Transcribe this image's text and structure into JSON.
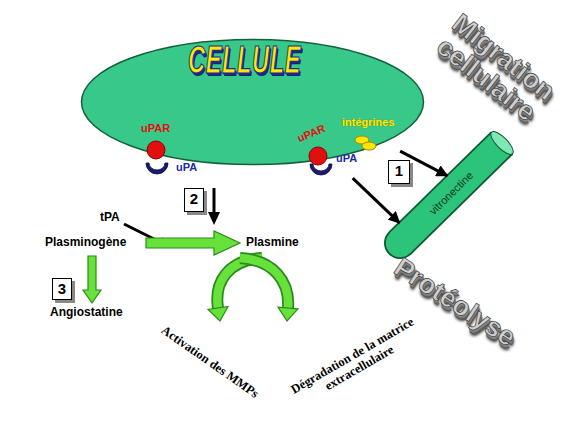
{
  "diagram": {
    "nodes": [
      {
        "text": [
          "CELLULE"
        ]
      },
      {
        "text": [
          "uPAR"
        ],
        "in": 0
      },
      {
        "text": [
          "uPA"
        ]
      },
      {
        "text": [
          "uPAR"
        ],
        "in": 0
      },
      {
        "text": [
          "uPA"
        ]
      },
      {
        "text": [
          "intégrines"
        ],
        "in": 0
      },
      {
        "text": [
          "vitronectine"
        ]
      },
      {
        "text": [
          "1"
        ]
      },
      {
        "text": [
          "2"
        ]
      },
      {
        "text": [
          "3"
        ]
      }
    ],
    "edges": [
      {
        "from": 5,
        "to": 6,
        "arrow": "to"
      },
      {
        "from": 4,
        "to": 6,
        "arrow": "to"
      }
    ],
    "labels": [
      "tPA",
      "Plasminogène",
      "Plasmine",
      "Angiostatine",
      "Activation des MMPs",
      "Dégradation de la matrice extracellulaire",
      "Migration cellulaire",
      "Protéolyse"
    ]
  }
}
